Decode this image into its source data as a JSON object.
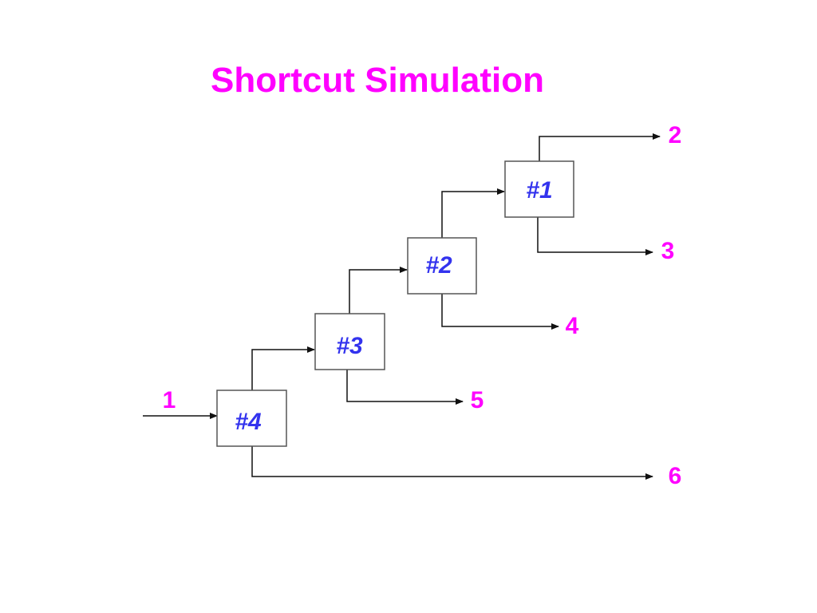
{
  "title": "Shortcut Simulation",
  "colors": {
    "title": "#ff00ff",
    "unit_label": "#3333ee",
    "stream_label": "#ff00ff"
  },
  "units": [
    "#1",
    "#2",
    "#3",
    "#4"
  ],
  "streams": [
    "1",
    "2",
    "3",
    "4",
    "5",
    "6"
  ]
}
